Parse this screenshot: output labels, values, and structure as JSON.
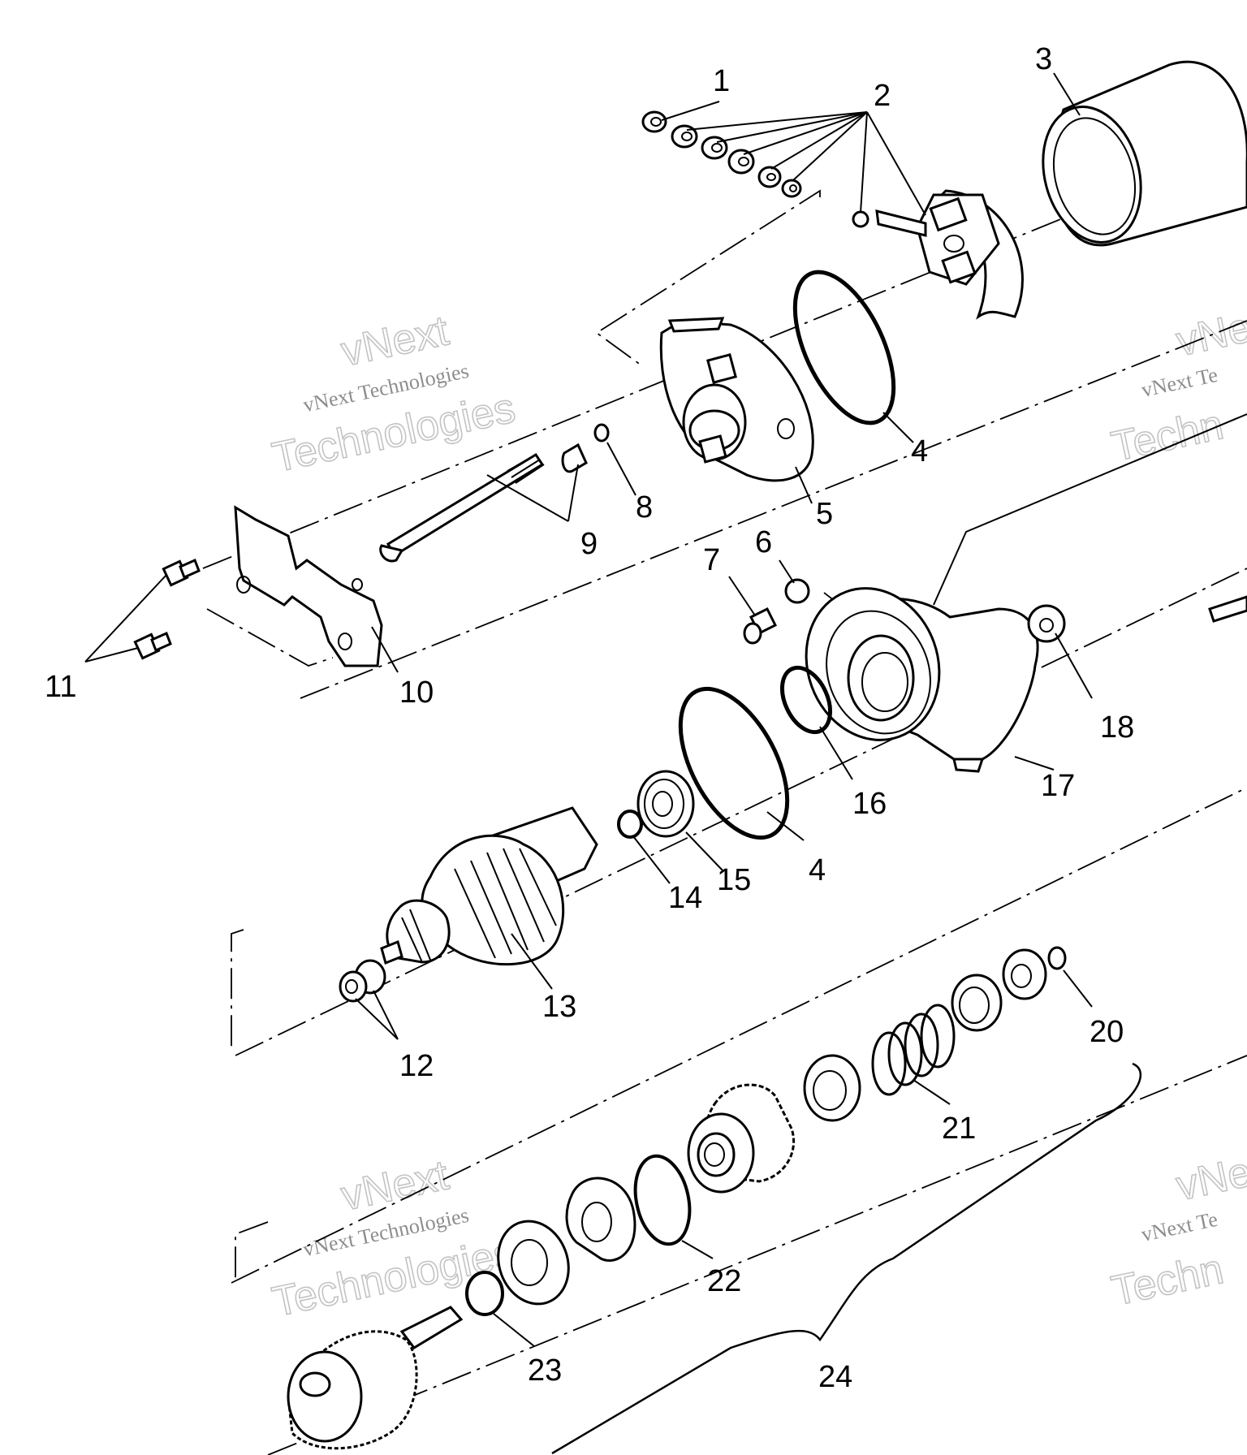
{
  "diagram": {
    "callouts": [
      "1",
      "2",
      "3",
      "4",
      "5",
      "6",
      "7",
      "8",
      "9",
      "10",
      "11",
      "12",
      "13",
      "14",
      "15",
      "4",
      "16",
      "17",
      "18",
      "20",
      "21",
      "22",
      "23",
      "24"
    ],
    "watermarks": [
      {
        "small": "vNext Technologies",
        "big_top": "vNext",
        "big_bottom": "Technologies"
      },
      {
        "small": "vNext Te",
        "big_top": "vNe",
        "big_bottom": "Techn"
      },
      {
        "small": "vNext Technologies",
        "big_top": "vNext",
        "big_bottom": "Technologies"
      },
      {
        "small": "vNext Te",
        "big_top": "vNe",
        "big_bottom": "Techn"
      }
    ]
  }
}
